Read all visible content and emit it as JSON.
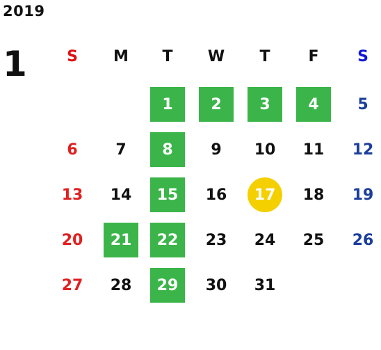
{
  "calendar": {
    "year": "2019",
    "month": "1",
    "weekdays": [
      "S",
      "M",
      "T",
      "W",
      "T",
      "F",
      "S"
    ],
    "colors": {
      "highlight_green": "#3bb54a",
      "today_yellow": "#f5d000",
      "sunday_red": "#e02020",
      "saturday_blue": "#1a3e9a"
    },
    "weeks": [
      [
        "",
        "",
        "1",
        "2",
        "3",
        "4",
        "5"
      ],
      [
        "6",
        "7",
        "8",
        "9",
        "10",
        "11",
        "12"
      ],
      [
        "13",
        "14",
        "15",
        "16",
        "17",
        "18",
        "19"
      ],
      [
        "20",
        "21",
        "22",
        "23",
        "24",
        "25",
        "26"
      ],
      [
        "27",
        "28",
        "29",
        "30",
        "31",
        "",
        ""
      ]
    ],
    "highlighted_days": [
      "1",
      "2",
      "3",
      "4",
      "8",
      "15",
      "21",
      "22",
      "29"
    ],
    "today": "17"
  }
}
